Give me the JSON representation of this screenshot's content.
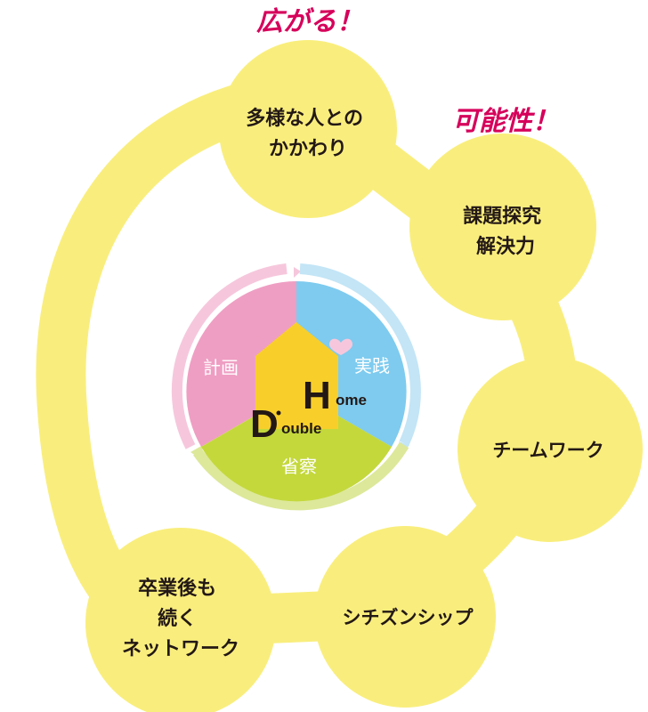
{
  "colors": {
    "ring": "#f9ee7d",
    "plan": "#ef9ec3",
    "practice": "#7ecbef",
    "reflect": "#c4d83c",
    "house": "#f8cf2a",
    "accent": "#d6005b",
    "text": "#231815"
  },
  "tags": {
    "spread": "広がる！",
    "possibility": "可能性！"
  },
  "nodes": [
    {
      "lines": [
        "多様な人との",
        "かかわり"
      ]
    },
    {
      "lines": [
        "課題探究",
        "解決力"
      ]
    },
    {
      "lines": [
        "チームワーク"
      ]
    },
    {
      "lines": [
        "シチズンシップ"
      ]
    },
    {
      "lines": [
        "卒業後も",
        "続く",
        "ネットワーク"
      ]
    }
  ],
  "cycle": {
    "plan": "計画",
    "practice": "実践",
    "reflect": "省察"
  },
  "logo": {
    "d": "D",
    "ouble": "ouble",
    "h": "H",
    "ome": "ome"
  },
  "heart_icon": "heart-icon"
}
